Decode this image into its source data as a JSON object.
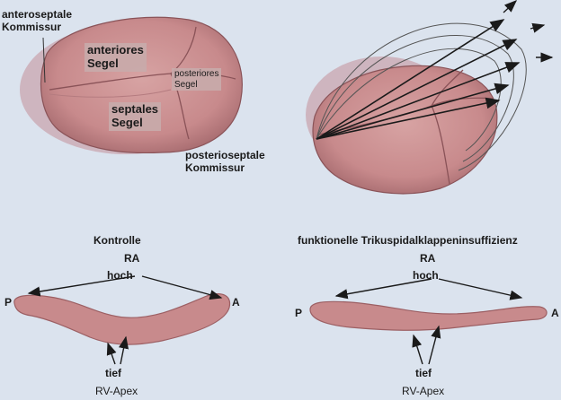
{
  "top_left": {
    "anteroseptal_line1": "anteroseptale",
    "anteroseptal_line2": "Kommissur",
    "anterior_line1": "anteriores",
    "anterior_line2": "Segel",
    "posterior_line1": "posteriores",
    "posterior_line2": "Segel",
    "septal_line1": "septales",
    "septal_line2": "Segel",
    "posteroseptal_line1": "posterioseptale",
    "posteroseptal_line2": "Kommissur"
  },
  "bottom_left": {
    "title": "Kontrolle",
    "ra": "RA",
    "high": "hoch",
    "p": "P",
    "a": "A",
    "low": "tief",
    "apex": "RV-Apex"
  },
  "bottom_right": {
    "title": "funktionelle Trikuspidalklappeninsuffizienz",
    "ra": "RA",
    "high": "hoch",
    "p": "P",
    "a": "A",
    "low": "tief",
    "apex": "RV-Apex"
  },
  "colors": {
    "background": "#dbe3ee",
    "valve": "#c98c8c",
    "valve_dark": "#9c5f63",
    "shadow": "#c8a6b0",
    "label_box": "#c8aaaa"
  }
}
